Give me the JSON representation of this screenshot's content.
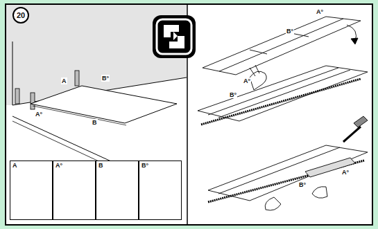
{
  "diagram": {
    "nodes": [
      {
        "text": [
          "20"
        ]
      },
      {
        "text": [
          "A"
        ]
      },
      {
        "text": [
          "A°"
        ]
      },
      {
        "text": [
          "B"
        ]
      },
      {
        "text": [
          "B°"
        ]
      }
    ],
    "labels": [
      "A",
      "B°",
      "A°",
      "B",
      "A°",
      "B°",
      "A°",
      "B°",
      "B°",
      "A°"
    ]
  }
}
